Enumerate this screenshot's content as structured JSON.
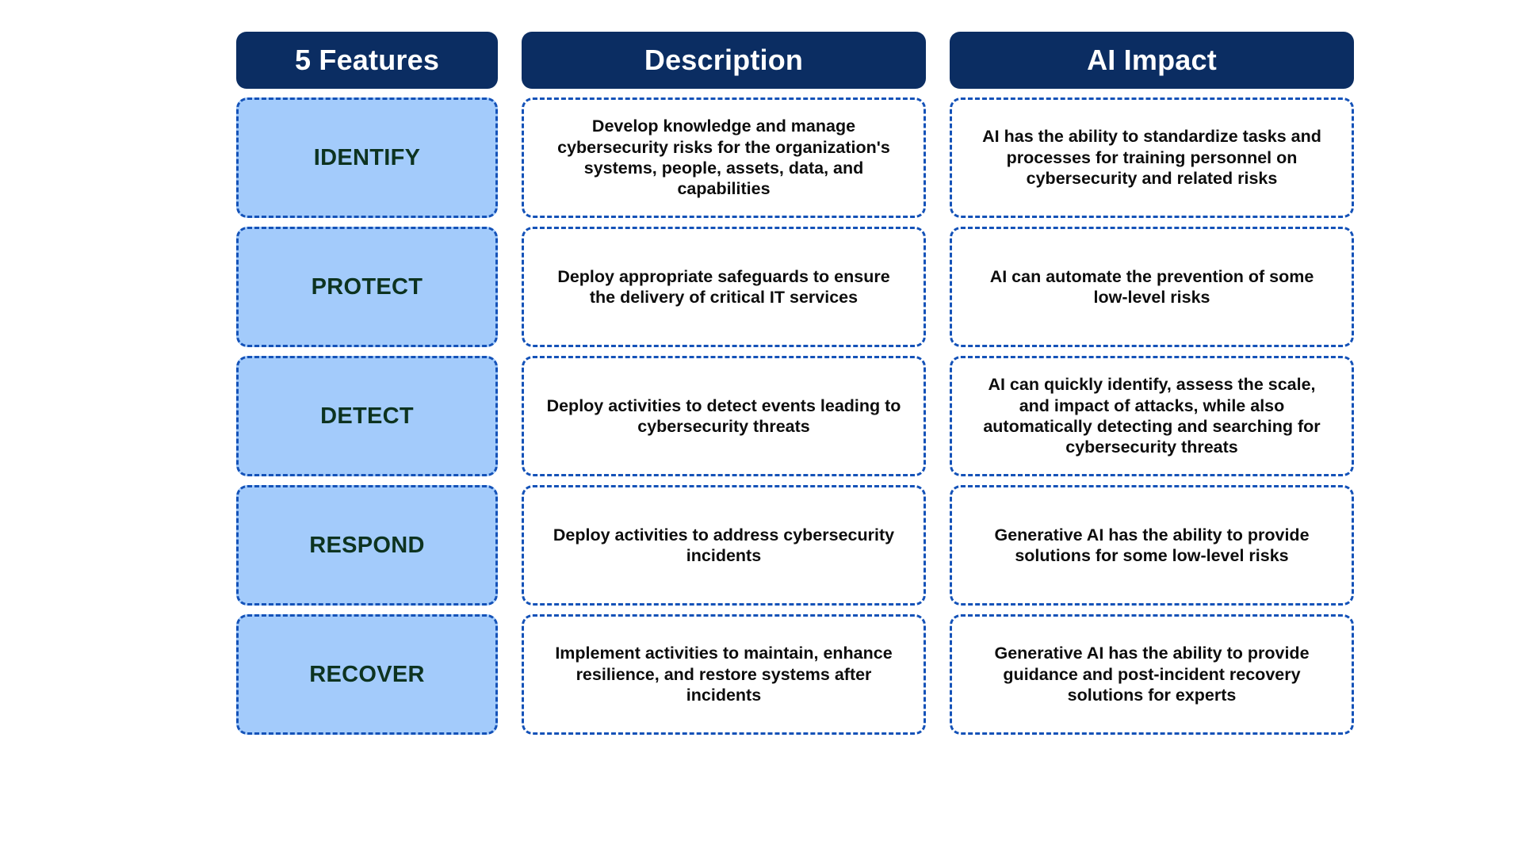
{
  "theme": {
    "header_bg": "#0b2d62",
    "header_text": "#ffffff",
    "feature_bg": "#a3cbfb",
    "feature_text": "#0d3320",
    "border_dashed": "#1452b8",
    "body_text": "#0d0d0d",
    "page_bg": "#ffffff"
  },
  "table": {
    "headers": [
      {
        "id": "features",
        "label": "5 Features"
      },
      {
        "id": "description",
        "label": "Description"
      },
      {
        "id": "ai_impact",
        "label": "AI Impact"
      }
    ],
    "rows": [
      {
        "feature": "IDENTIFY",
        "description": "Develop knowledge and manage cybersecurity risks for the organization's systems, people, assets, data, and capabilities",
        "ai_impact": "AI has the ability to standardize tasks and processes for training personnel on cybersecurity and related risks"
      },
      {
        "feature": "PROTECT",
        "description": "Deploy appropriate safeguards to ensure the delivery of critical IT services",
        "ai_impact": "AI can automate the prevention of some low-level risks"
      },
      {
        "feature": "DETECT",
        "description": "Deploy activities to detect events leading to cybersecurity threats",
        "ai_impact": "AI can quickly identify, assess the scale, and impact of attacks, while also automatically detecting and searching for cybersecurity threats"
      },
      {
        "feature": "RESPOND",
        "description": "Deploy activities to address cybersecurity incidents",
        "ai_impact": "Generative AI has the ability to provide solutions for some low-level risks"
      },
      {
        "feature": "RECOVER",
        "description": "Implement activities to maintain, enhance resilience, and restore systems after incidents",
        "ai_impact": "Generative AI has the ability to provide guidance and post-incident recovery solutions for experts"
      }
    ]
  }
}
